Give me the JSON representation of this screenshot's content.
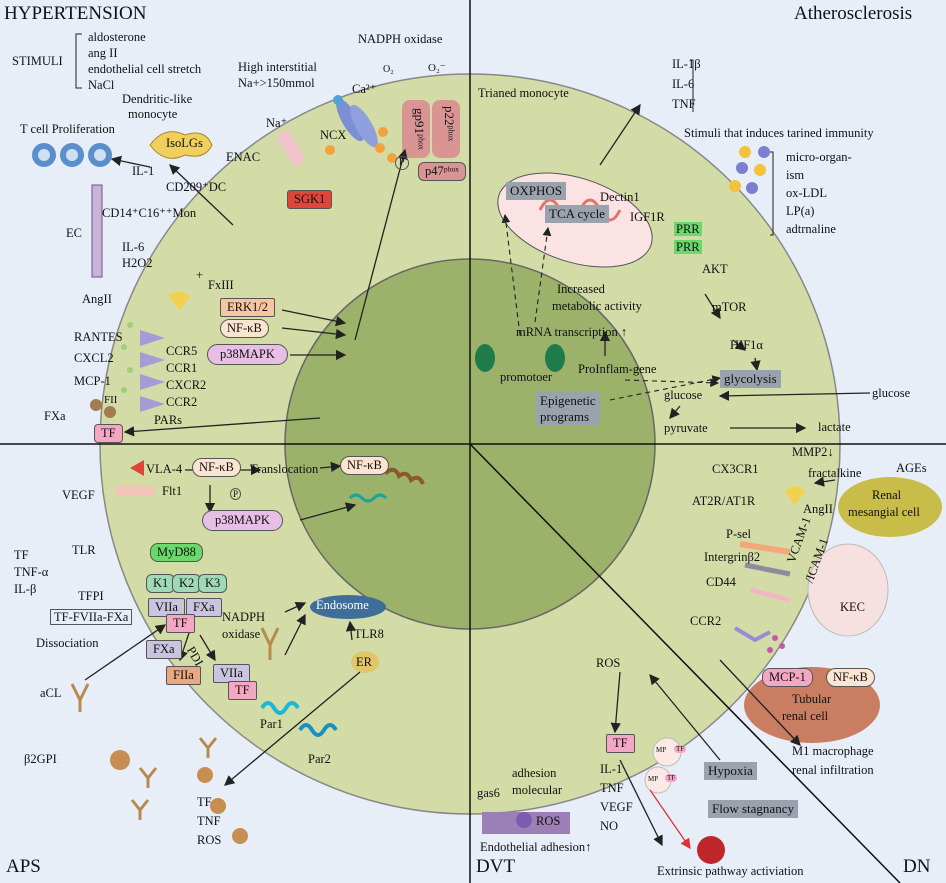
{
  "quadrants": {
    "hypertension": "HYPERTENSION",
    "atherosclerosis": "Atherosclerosis",
    "aps": "APS",
    "dvt": "DVT",
    "dn": "DN"
  },
  "hypertension": {
    "stimuli_label": "STIMULI",
    "stimuli": [
      "aldosterone",
      "ang II",
      "endothelial cell stretch",
      "NaCl"
    ],
    "nadph_oxidase": "NADPH oxidase",
    "o2": "O₂",
    "o2_minus": "O₂⁻",
    "high_interstitial": "High interstitial",
    "na_level": "Na+>150mmol",
    "na_plus": "Na⁺",
    "ca": "Ca²⁺",
    "ncx": "NCX",
    "enac": "ENAC",
    "sgk1": "SGK1",
    "gp91": "gp91ᵖʰᵒˣ",
    "p22": "p22ᵖʰᵒˣ",
    "p47": "p47ᵖʰᵒˣ",
    "p": "P",
    "dendritic": [
      "Dendritic-like",
      "monocyte"
    ],
    "isolgs": "IsoLGs",
    "t_cell": "T cell Proliferation",
    "il1": "IL-1",
    "cd209": "CD209⁺DC",
    "cd14": "CD14⁺C16⁺⁺Mon",
    "ec": "EC",
    "il6": "IL-6",
    "h2o2": "H2O2",
    "angii": "AngII",
    "fxiii": "FxIII",
    "plus": "+",
    "erk": "ERK1/2",
    "nfkb": "NF-κB",
    "p38": "p38MAPK",
    "rantes": "RANTES",
    "cxcl2": "CXCL2",
    "mcp1": "MCP-1",
    "ccr5": "CCR5",
    "ccr1": "CCR1",
    "cxcr2": "CXCR2",
    "ccr2": "CCR2",
    "fii": "FII",
    "fxa": "FXa",
    "pars": "PARs",
    "tf": "TF"
  },
  "atherosclerosis": {
    "cytokines": [
      "IL-1β",
      "IL-6",
      "TNF"
    ],
    "trained_monocyte": "Trianed monocyte",
    "stimuli_title": "Stimuli that induces tarined immunity",
    "stimuli": [
      "micro-organ-",
      "ism",
      "ox-LDL",
      "LP(a)",
      "adtrnaline"
    ],
    "oxphos": "OXPHOS",
    "tca": "TCA cycle",
    "dectin": "Dectin1",
    "igf1r": "IGF1R",
    "prr": "PRR",
    "akt": "AKT",
    "mtor": "mTOR",
    "hif": "HIF1α",
    "glycolysis": "glycolysis",
    "glucose": "glucose",
    "glucose2": "glucose",
    "pyruvate": "pyruvate",
    "lactate": "lactate",
    "increased": [
      "Increased",
      "metabolic activity"
    ],
    "mrna": "mRNA transcription ↑",
    "promoter": "promotoer",
    "proinflam": "ProInflam-gene",
    "epigenetic": [
      "Epigenetic",
      "programs"
    ]
  },
  "aps": {
    "vla4": "VLA-4",
    "nfkb": "NF-κB",
    "translocation": "Translocation",
    "nfkb2": "NF-κB",
    "vegf": "VEGF",
    "flt1": "Flt1",
    "p": "P",
    "p38": "p38MAPK",
    "tlr": "TLR",
    "myd88": "MyD88",
    "cytokines": [
      "TF",
      "TNF-α",
      "IL-β"
    ],
    "k": [
      "K1",
      "K2",
      "K3"
    ],
    "tfpi": "TFPI",
    "complex": "TF-FVIIa-FXa",
    "viia": "VIIa",
    "fxa": "FXa",
    "tf": "TF",
    "dissociation": "Dissociation",
    "fxa2": "FXa",
    "fiia": "FIIa",
    "pdi": "PDI",
    "viia2": "VIIa",
    "tf2": "TF",
    "acl": "aCL",
    "nadph": [
      "NADPH",
      "oxidase"
    ],
    "endosome": "Endosome",
    "tlr8": "TLR8",
    "er": "ER",
    "par1": "Par1",
    "par2": "Par2",
    "b2gpi": "β2GPI",
    "outputs": [
      "TF",
      "TNF",
      "ROS"
    ]
  },
  "dvt": {
    "ros": "ROS",
    "tf": "TF",
    "outputs": [
      "IL-1",
      "TNF",
      "VEGF",
      "NO"
    ],
    "adhesion": [
      "adhesion",
      "molecular"
    ],
    "gas6": "gas6",
    "ros2": "ROS",
    "endothelial": "Endothelial adhesion↑",
    "mp": "MP",
    "mp_tf": "TF",
    "hypoxia": "Hypoxia",
    "flow": "Flow stagnancy",
    "extrinsic": "Extrinsic pathway activiation"
  },
  "dn": {
    "mmp2": "MMP2↓",
    "cx3cr1": "CX3CR1",
    "fractalkine": "fractalkine",
    "ages": "AGEs",
    "at2r": "AT2R/AT1R",
    "angii": "AngII",
    "renal_mesangial": [
      "Renal",
      "mesangial cell"
    ],
    "psel": "P-sel",
    "integrin": "Intergrinβ2",
    "cd44": "CD44",
    "vcam": "VCAM-1",
    "icam": "/ICAM-1",
    "kec": "KEC",
    "ccr2": "CCR2",
    "mcp1": "MCP-1",
    "nfkb": "NF-κB",
    "tubular": [
      "Tubular",
      "renal cell"
    ],
    "m1": [
      "M1 macrophage",
      "renal infiltration"
    ]
  },
  "colors": {
    "background": "#e7eef8",
    "outer_cell": "#d3dca6",
    "nucleus": "#9cb26a",
    "tf_pink": "#f4a7c3",
    "grey_box": "#9aa3ad",
    "sgk1_red": "#e0453b"
  }
}
